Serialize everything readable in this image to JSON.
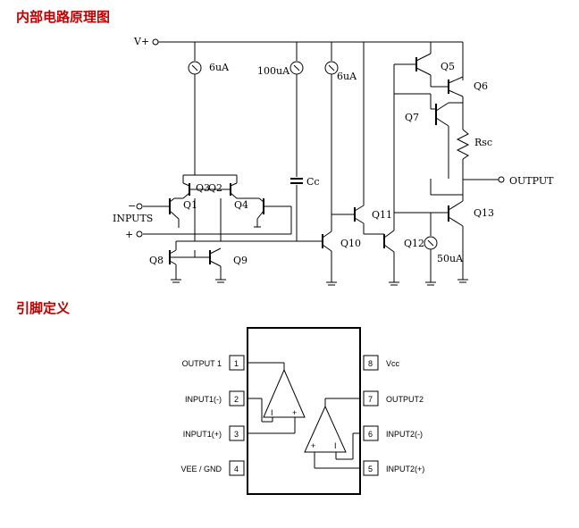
{
  "headings": {
    "circuit": "内部电路原理图",
    "pins": "引脚定义"
  },
  "circuit": {
    "vplus": "V+",
    "cs1": "6uA",
    "cs2": "100uA",
    "cs3": "6uA",
    "cs4": "50uA",
    "cc": "Cc",
    "rsc": "Rsc",
    "output": "OUTPUT",
    "minus": "−",
    "plus": "+",
    "inputs": "INPUTS",
    "q1": "Q1",
    "q2": "Q2",
    "q3": "Q3",
    "q4": "Q4",
    "q5": "Q5",
    "q6": "Q6",
    "q7": "Q7",
    "q8": "Q8",
    "q9": "Q9",
    "q10": "Q10",
    "q11": "Q11",
    "q12": "Q12",
    "q13": "Q13"
  },
  "pins": {
    "left": [
      {
        "num": "1",
        "label": "OUTPUT 1"
      },
      {
        "num": "2",
        "label": "INPUT1(-)"
      },
      {
        "num": "3",
        "label": "INPUT1(+)"
      },
      {
        "num": "4",
        "label": "VEE / GND"
      }
    ],
    "right": [
      {
        "num": "8",
        "label": "Vcc"
      },
      {
        "num": "7",
        "label": "OUTPUT2"
      },
      {
        "num": "6",
        "label": "INPUT2(-)"
      },
      {
        "num": "5",
        "label": "INPUT2(+)"
      }
    ],
    "opamp1_inv": "I",
    "opamp1_noninv": "+",
    "opamp2_noninv": "+",
    "opamp2_inv": "I"
  }
}
